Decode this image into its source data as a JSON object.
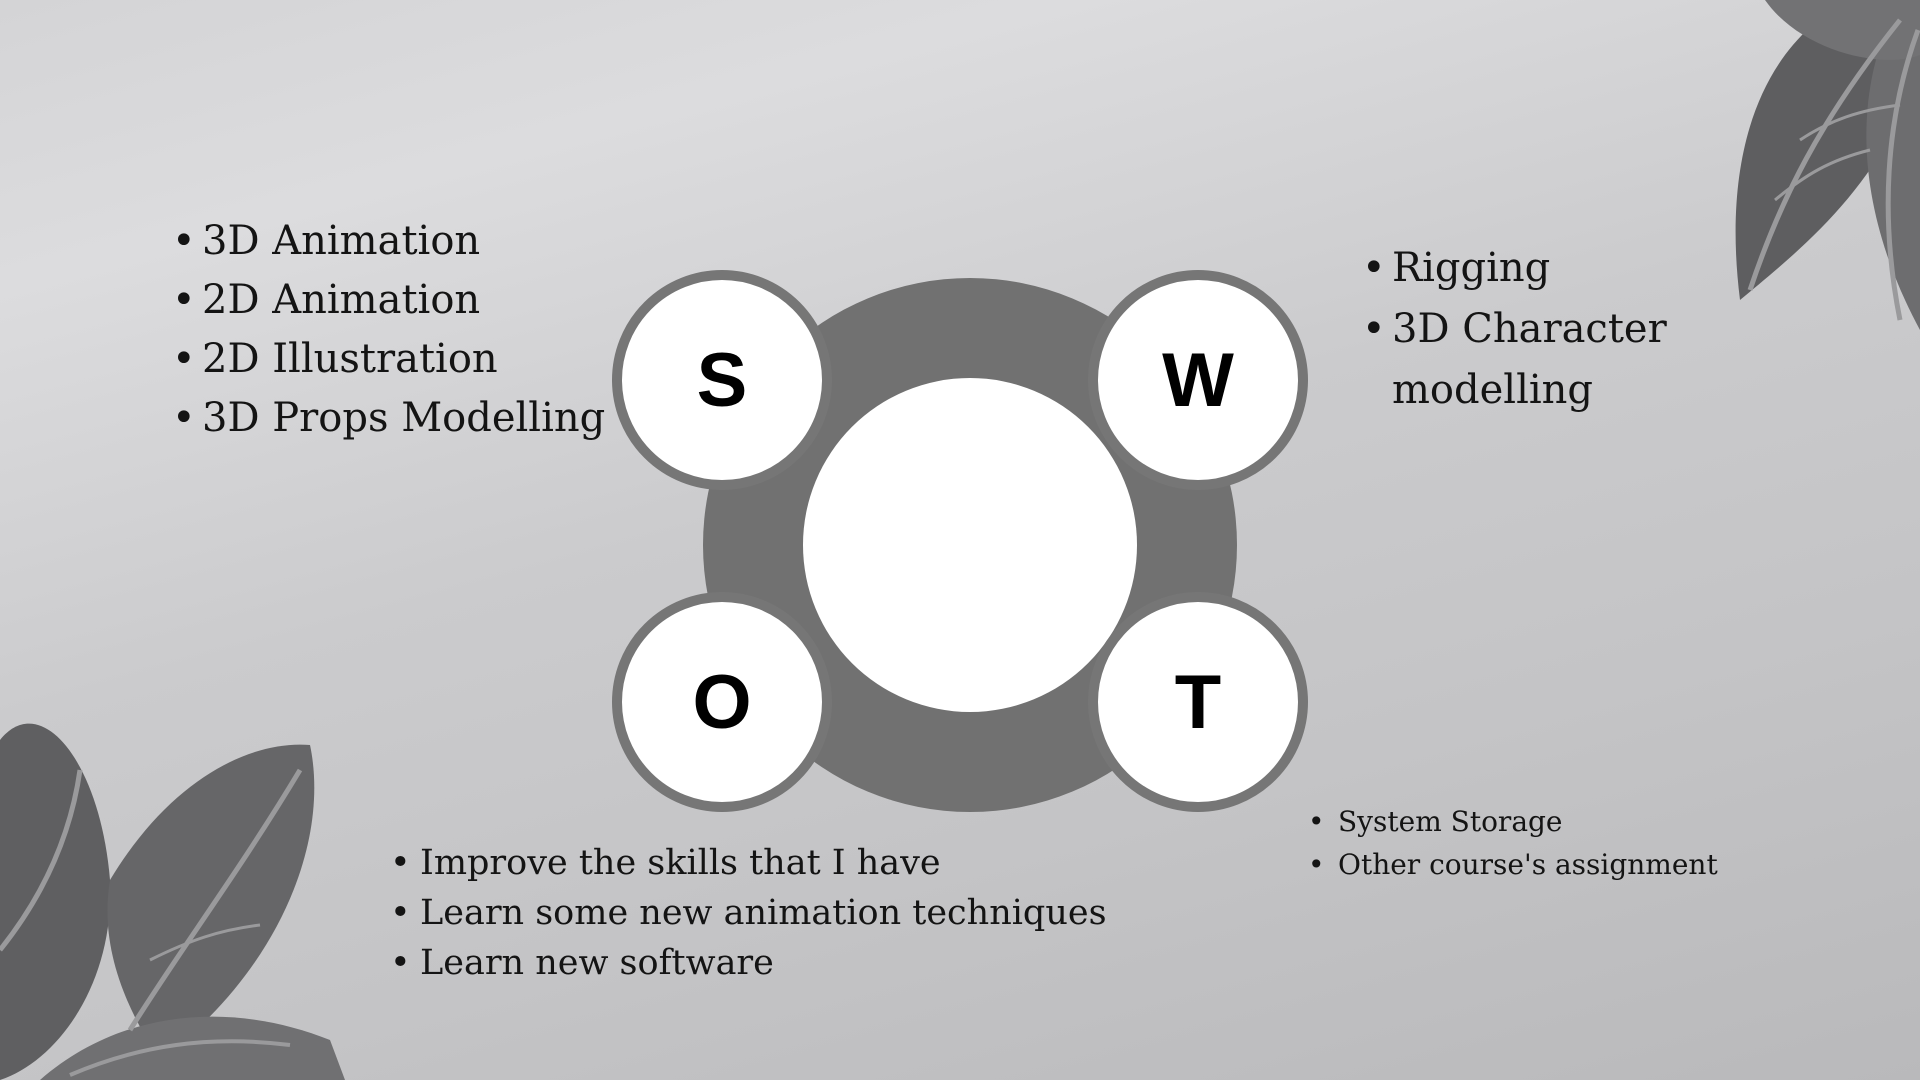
{
  "swot": {
    "letters": {
      "s": "S",
      "w": "W",
      "o": "O",
      "t": "T"
    }
  },
  "strengths": [
    "3D Animation",
    "2D Animation",
    "2D Illustration",
    "3D Props Modelling"
  ],
  "weaknesses": [
    "Rigging",
    "3D Character modelling"
  ],
  "opportunities": [
    "Improve the skills that I have",
    "Learn some new animation techniques",
    "Learn new software"
  ],
  "threats": [
    "System Storage",
    "Other course's assignment"
  ],
  "colors": {
    "ring": "#717171",
    "circle_border": "#767676",
    "circle_fill": "#ffffff",
    "text": "#141414",
    "leaf": "#6b6b6d"
  }
}
